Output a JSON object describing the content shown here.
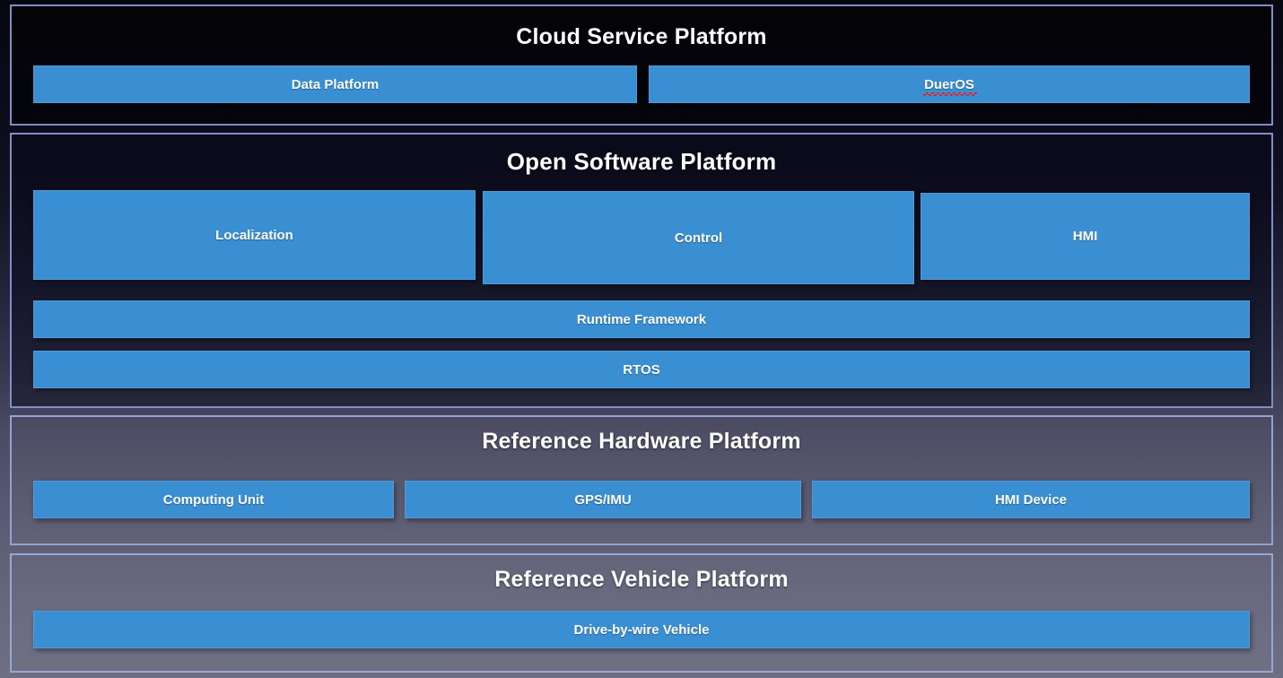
{
  "diagram": {
    "sections": [
      {
        "id": "cloud-service-platform",
        "title": "Cloud Service Platform",
        "blocks": [
          {
            "label": "Data Platform",
            "misspelled": false
          },
          {
            "label": "DuerOS",
            "misspelled": true
          }
        ]
      },
      {
        "id": "open-software-platform",
        "title": "Open Software Platform",
        "blocks": [
          {
            "label": "Localization",
            "misspelled": false
          },
          {
            "label": "Control",
            "misspelled": false
          },
          {
            "label": "HMI",
            "misspelled": false
          },
          {
            "label": "Runtime Framework",
            "misspelled": false
          },
          {
            "label": "RTOS",
            "misspelled": false
          }
        ]
      },
      {
        "id": "reference-hardware-platform",
        "title": "Reference Hardware Platform",
        "blocks": [
          {
            "label": "Computing Unit",
            "misspelled": false
          },
          {
            "label": "GPS/IMU",
            "misspelled": false
          },
          {
            "label": "HMI Device",
            "misspelled": false
          }
        ]
      },
      {
        "id": "reference-vehicle-platform",
        "title": "Reference Vehicle Platform",
        "blocks": [
          {
            "label": "Drive-by-wire Vehicle",
            "misspelled": false
          }
        ]
      }
    ]
  },
  "colors": {
    "block_fill": "#3a8ed2",
    "block_border": "#4e9bd8",
    "section_border": "#8a9acb",
    "text": "#ffffff",
    "spellcheck_underline": "#e8231f",
    "background_top": "#070710",
    "background_bottom": "#6e6e84"
  }
}
